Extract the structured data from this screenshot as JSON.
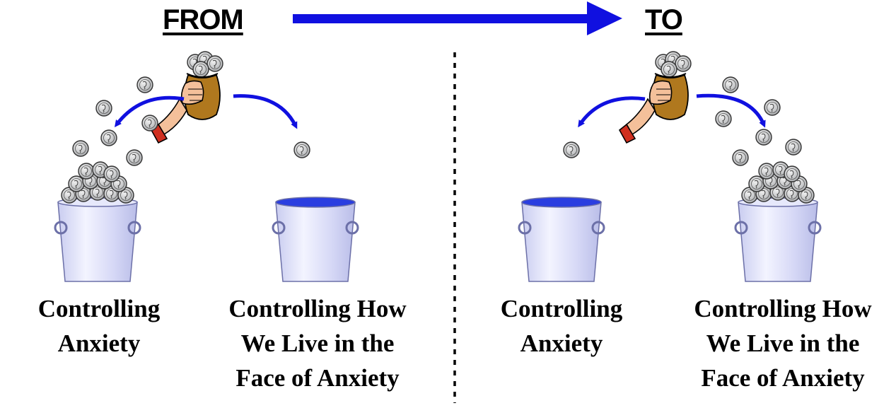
{
  "headings": {
    "from": "FROM",
    "to": "TO"
  },
  "panels": {
    "from": {
      "left_label": [
        "Controlling",
        "Anxiety"
      ],
      "right_label": [
        "Controlling How",
        "We Live in the",
        "Face of Anxiety"
      ]
    },
    "to": {
      "left_label": [
        "Controlling",
        "Anxiety"
      ],
      "right_label": [
        "Controlling How",
        "We Live in the",
        "Face of Anxiety"
      ]
    }
  },
  "colors": {
    "arrow": "#1010e0",
    "bucket": "#d4d6f4",
    "bucket_rim": "#2a3ee0",
    "coin": "#c4c6c8",
    "bag": "#b0781e",
    "hand": "#f4c09a",
    "cuff": "#d03020"
  }
}
